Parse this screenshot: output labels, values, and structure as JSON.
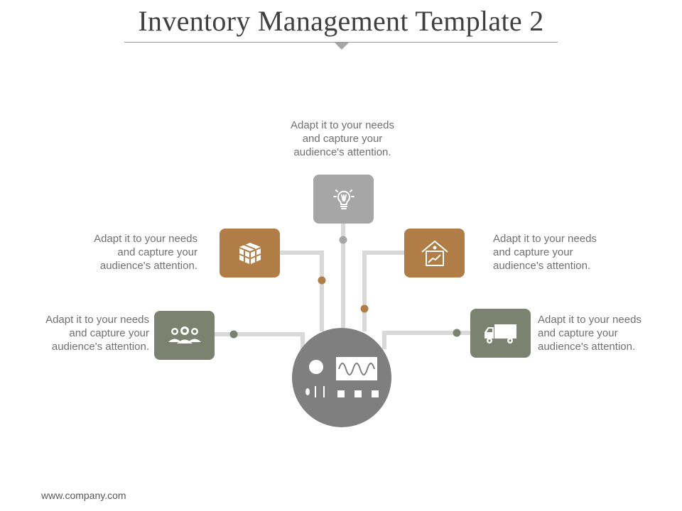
{
  "title": "Inventory Management Template 2",
  "footer": "www.company.com",
  "colors": {
    "gray_box": "#a6a6a6",
    "brown_box": "#b07d47",
    "olive_box": "#7c8270",
    "hub": "#7f7f7f",
    "connector": "#d9d9d9",
    "text": "#707070"
  },
  "nodes": [
    {
      "id": "top",
      "icon": "lightbulb-icon",
      "text_lines": [
        "Adapt it to your needs",
        "and capture your",
        "audience's attention."
      ]
    },
    {
      "id": "upper-left",
      "icon": "box-package-icon",
      "text_lines": [
        "Adapt it to your needs",
        "and capture your",
        "audience's attention."
      ]
    },
    {
      "id": "upper-right",
      "icon": "warehouse-chart-icon",
      "text_lines": [
        "Adapt it to your needs",
        "and capture your",
        "audience's attention."
      ]
    },
    {
      "id": "lower-left",
      "icon": "people-group-icon",
      "text_lines": [
        "Adapt it to your needs",
        "and capture your",
        "audience's attention."
      ]
    },
    {
      "id": "lower-right",
      "icon": "delivery-truck-icon",
      "text_lines": [
        "Adapt it to your needs",
        "and capture your",
        "audience's attention."
      ]
    }
  ],
  "hub_icon": "control-panel-icon"
}
